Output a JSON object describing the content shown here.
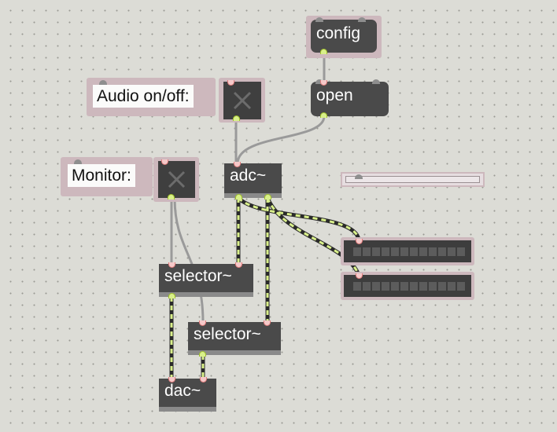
{
  "patch": {
    "objects": {
      "config": "config",
      "open": "open",
      "adc": "adc~",
      "selector1": "selector~",
      "selector2": "selector~",
      "dac": "dac~"
    },
    "comments": {
      "audio": "Audio on/off:",
      "monitor": "Monitor:"
    },
    "toggles": {
      "audio_icon": "x-toggle-icon",
      "monitor_icon": "x-toggle-icon"
    },
    "colors": {
      "canvas": "#dcdcd6",
      "object": "#4a4a4a",
      "patchcord": "#9a9a9a",
      "signal_cord": "#d9f08a",
      "selection": "#cdb8bd"
    }
  }
}
